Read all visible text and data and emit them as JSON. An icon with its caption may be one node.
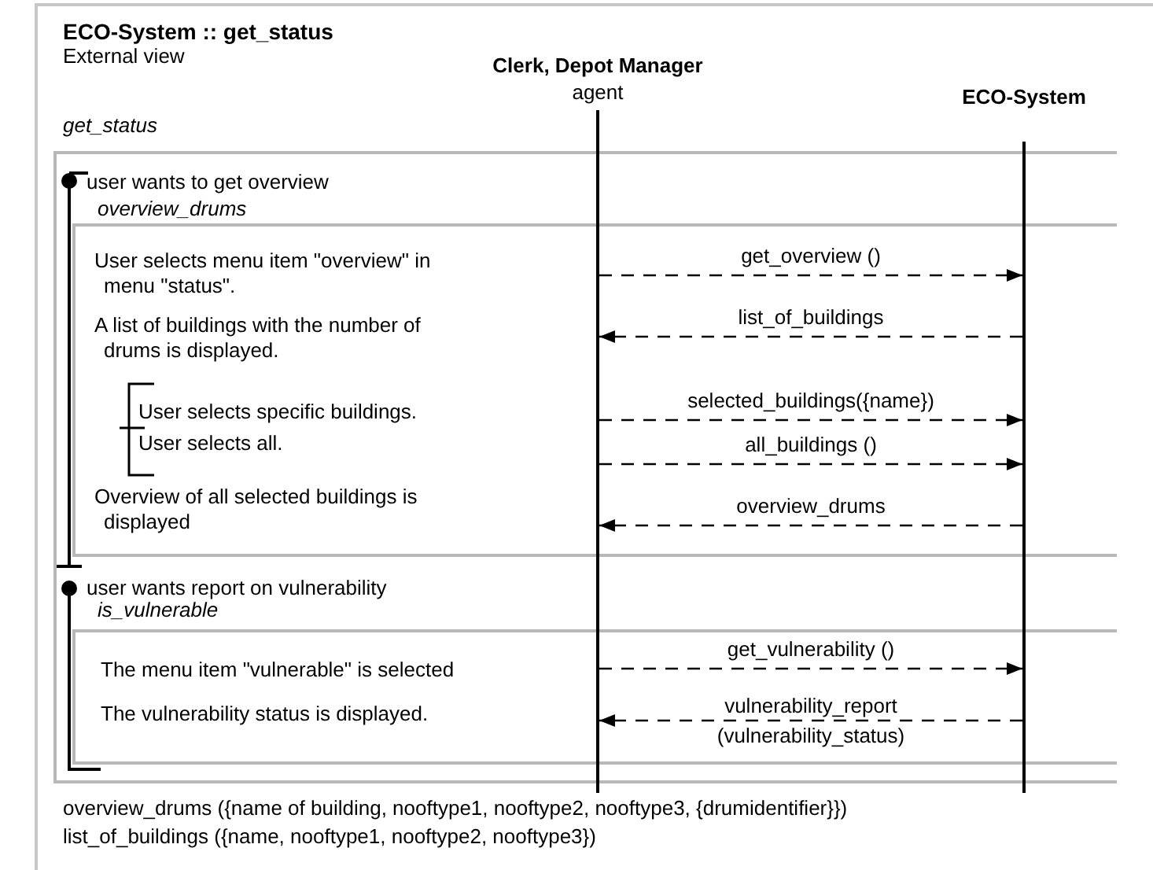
{
  "diagram": {
    "title": "ECO-System :: get_status",
    "nodes": [
      {
        "text": [
          "get_status"
        ]
      },
      {
        "text": [
          "user wants to get overview",
          "overview_drums"
        ],
        "in": 0
      },
      {
        "text": [
          "user wants report on vulnerability",
          "is_vulnerable"
        ],
        "in": 0
      },
      {
        "text": [
          "Clerk, Depot Manager",
          "agent"
        ]
      },
      {
        "text": [
          "ECO-System"
        ]
      }
    ],
    "edges": [
      {
        "from": 3,
        "to": 4,
        "arrow": "to",
        "label": "get_overview ()"
      },
      {
        "from": 4,
        "to": 3,
        "arrow": "to",
        "label": "list_of_buildings"
      },
      {
        "from": 3,
        "to": 4,
        "arrow": "to",
        "label": "selected_buildings({name})"
      },
      {
        "from": 3,
        "to": 4,
        "arrow": "to",
        "label": "all_buildings ()"
      },
      {
        "from": 4,
        "to": 3,
        "arrow": "to",
        "label": "overview_drums"
      },
      {
        "from": 3,
        "to": 4,
        "arrow": "to",
        "label": "get_vulnerability ()"
      },
      {
        "from": 4,
        "to": 3,
        "arrow": "to",
        "label": "vulnerability_report (vulnerability_status)"
      }
    ],
    "labels": [
      "External view",
      "User selects menu item \"overview\" in menu \"status\".",
      "A list of buildings with the number of drums is displayed.",
      "User selects specific buildings.",
      "User selects all.",
      "Overview of all selected buildings is displayed",
      "The menu item \"vulnerable\" is selected",
      "The vulnerability status is displayed.",
      "overview_drums ({name of building, nooftype1, nooftype2, nooftype3, {drumidentifier}})",
      "list_of_buildings ({name, nooftype1, nooftype2, nooftype3})"
    ]
  }
}
